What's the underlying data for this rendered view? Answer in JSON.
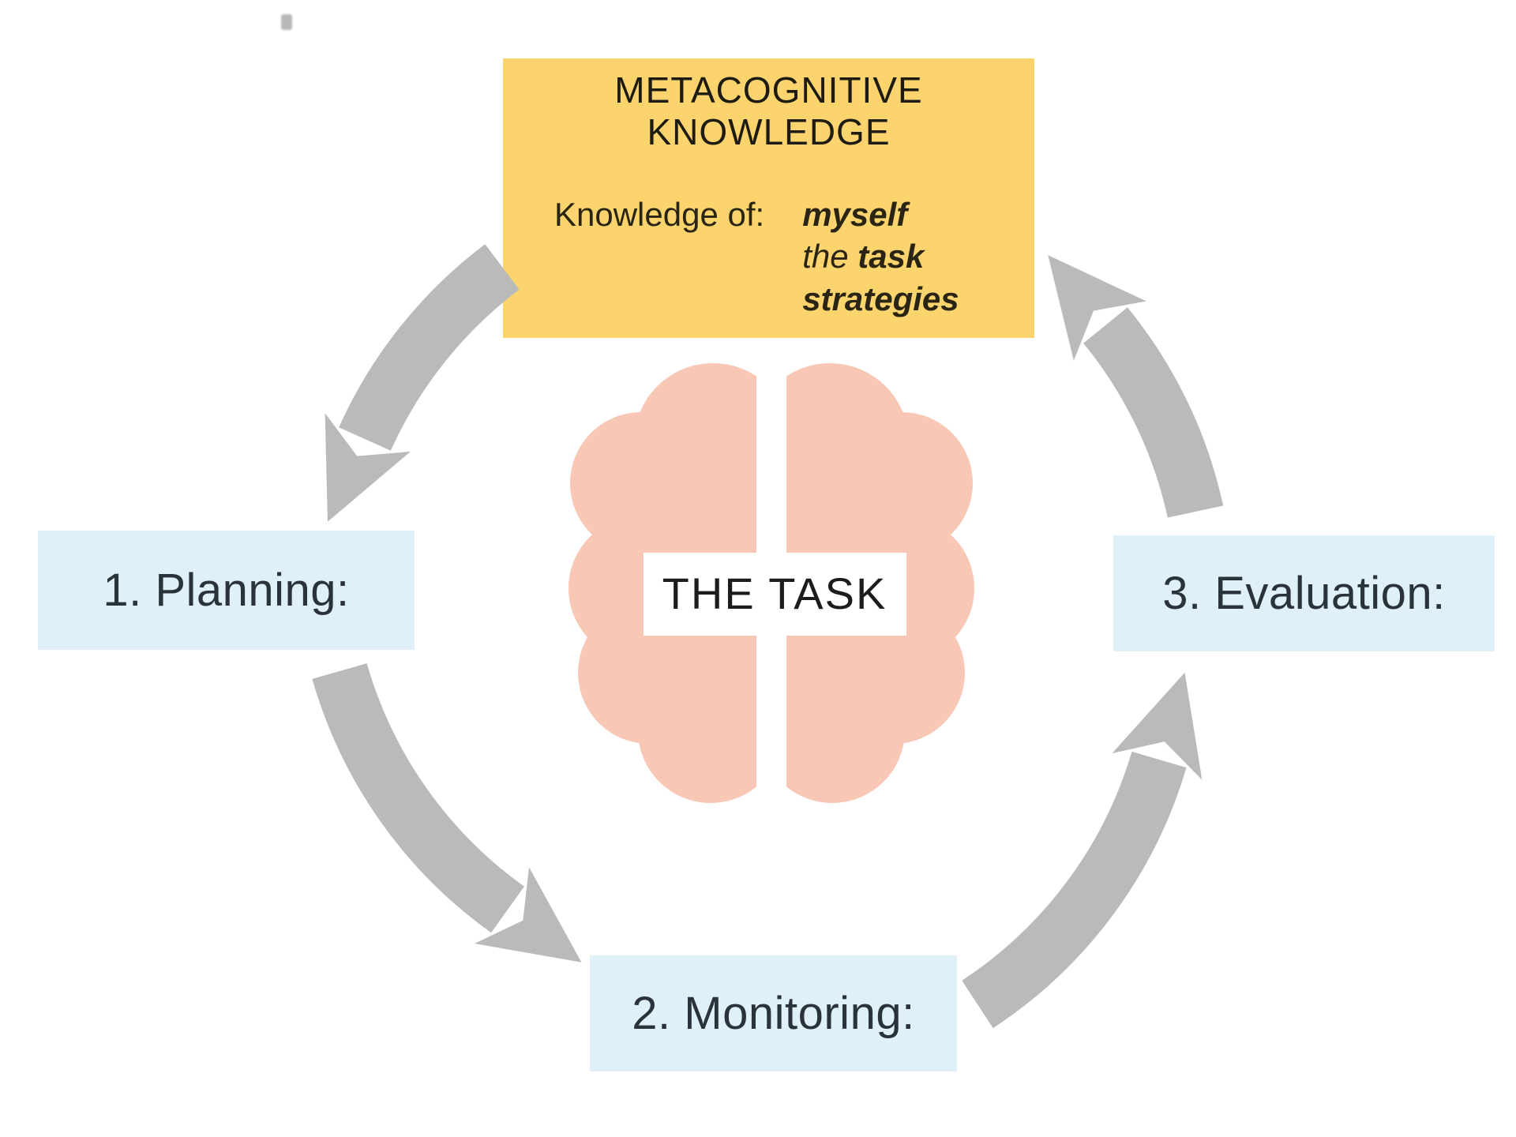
{
  "diagram": {
    "colors": {
      "knowledge_box_bg": "#FBD46E",
      "stage_box_bg": "#DFF0F9",
      "brain": "#F9C7B6",
      "arrow": "#BABABA",
      "text_dark": "#212121",
      "stage_text": "#2B333A",
      "background": "#ffffff"
    },
    "knowledge_box": {
      "title_line1": "METACOGNITIVE",
      "title_line2": "KNOWLEDGE",
      "label": "Knowledge of:",
      "items": [
        {
          "pre": "",
          "word": "myself"
        },
        {
          "pre": "the ",
          "word": "task"
        },
        {
          "pre": "",
          "word": "strategies"
        }
      ]
    },
    "stages": {
      "planning": "1. Planning:",
      "monitoring": "2. Monitoring:",
      "evaluation": "3. Evaluation:"
    },
    "center": {
      "label": "THE TASK"
    }
  }
}
